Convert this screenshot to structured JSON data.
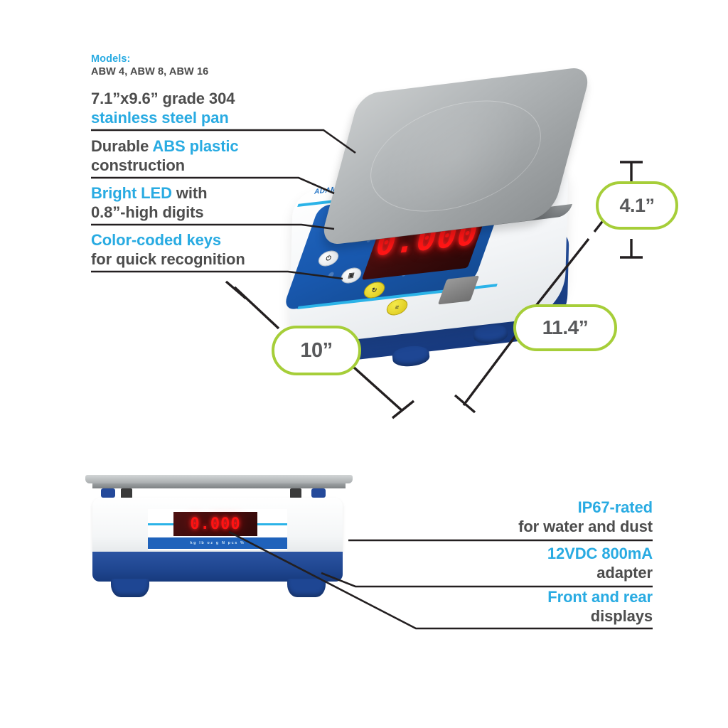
{
  "models": {
    "heading": "Models:",
    "list": "ABW 4, ABW 8, ABW 16"
  },
  "features_left": [
    {
      "blue_tail": "stainless steel pan",
      "dark_head": "7.1”x9.6” grade 304",
      "order": "dark-first"
    },
    {
      "dark_head": "Durable ",
      "blue_mid": "ABS plastic",
      "dark_tail": "construction"
    },
    {
      "blue_head": "Bright LED",
      "dark_mid": " with",
      "dark_tail": "0.8”-high digits"
    },
    {
      "blue_head": "Color-coded keys",
      "dark_tail": "for quick recognition"
    }
  ],
  "features_right": [
    {
      "blue_head": "IP67-rated",
      "dark_tail": "for water and dust"
    },
    {
      "blue_head": "12VDC 800mA",
      "dark_tail": "adapter"
    },
    {
      "blue_head": "Front and rear",
      "dark_tail": "displays"
    }
  ],
  "dimensions": {
    "height": "4.1”",
    "width": "10”",
    "depth": "11.4”"
  },
  "product": {
    "brand": "ADAM",
    "display_value": "0.000",
    "rear_display_value": "0.000",
    "rear_band_text": "kg  lb  oz  g  N  pcs  %",
    "keys": [
      {
        "name": "power",
        "color": "#ffffff",
        "glyph": "⏻"
      },
      {
        "name": "tare",
        "color": "#ffffff",
        "glyph": "▣"
      },
      {
        "name": "unit",
        "color": "#f0e23c",
        "glyph": "↻"
      },
      {
        "name": "print",
        "color": "#f0e23c",
        "glyph": "≡"
      }
    ]
  },
  "colors": {
    "accent_blue": "#29ABE2",
    "text_dark": "#4D4D4D",
    "lime": "#A6CE39",
    "body_blue": "#1f4690",
    "panel_blue": "#1858ae",
    "led_red": "#ff1515"
  }
}
